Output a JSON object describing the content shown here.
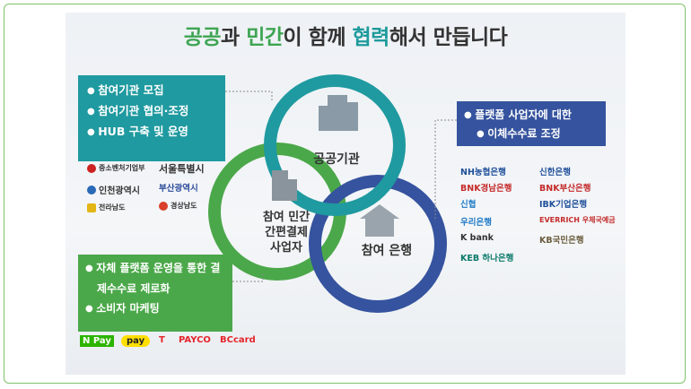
{
  "title": {
    "part1": "공공",
    "part2": "과 ",
    "part3": "민간",
    "part4": "이 함께 ",
    "part5": "협력",
    "part6": "해서 만듭니다"
  },
  "left_top_box": {
    "items": [
      "참여기관 모집",
      "참여기관 협의·조정",
      "HUB 구축 및 운영"
    ]
  },
  "right_box": {
    "items": [
      "플랫폼 사업자에 대한",
      "이체수수료 조정"
    ]
  },
  "left_bottom_box": {
    "items": [
      "자체 플랫폼 운영을 통한 결제수수료 제로화",
      "소비자 마케팅"
    ]
  },
  "circles": {
    "public": "공공기관",
    "private": [
      "참여 민간",
      "간편결제",
      "사업자"
    ],
    "bank": "참여 은행"
  },
  "gov_logos": [
    "중소벤처기업부",
    "서울특별시",
    "인천광역시",
    "부산광역시",
    "전라남도",
    "경상남도"
  ],
  "bank_logos": [
    "NH농협은행",
    "신한은행",
    "BNK경남은행",
    "BNK부산은행",
    "신협",
    "IBK기업은행",
    "우리은행",
    "EVERRICH 우체국예금",
    "K bank",
    "KB국민은행",
    "KEB 하나은행"
  ],
  "pay_logos": [
    "N Pay",
    "pay",
    "T",
    "PAYCO",
    "BCcard"
  ],
  "colors": {
    "teal": "#1f9aa0",
    "blue": "#35539e",
    "green": "#4ba84a"
  }
}
